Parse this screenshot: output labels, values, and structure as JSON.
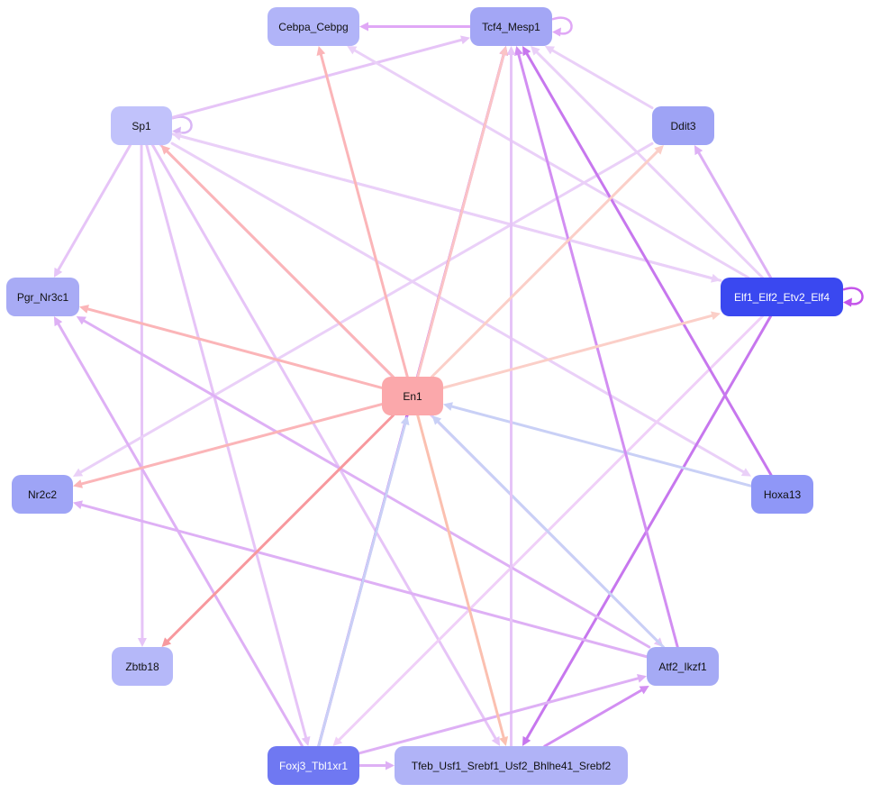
{
  "nodes": {
    "tcf4": {
      "label": "Tcf4_Mesp1",
      "color": "#a3a6f5"
    },
    "cebpa": {
      "label": "Cebpa_Cebpg",
      "color": "#b1b4f8"
    },
    "sp1": {
      "label": "Sp1",
      "color": "#c1c2fb"
    },
    "ddit3": {
      "label": "Ddit3",
      "color": "#9ea3f5"
    },
    "pgr": {
      "label": "Pgr_Nr3c1",
      "color": "#a8abf5"
    },
    "elf1": {
      "label": "Elf1_Elf2_Etv2_Elf4",
      "color": "#3a48f0"
    },
    "en1": {
      "label": "En1",
      "color": "#fba8ab"
    },
    "nr2c2": {
      "label": "Nr2c2",
      "color": "#9ea4f6"
    },
    "hoxa13": {
      "label": "Hoxa13",
      "color": "#8f97f7"
    },
    "zbtb18": {
      "label": "Zbtb18",
      "color": "#b5b8f9"
    },
    "atf2": {
      "label": "Atf2_Ikzf1",
      "color": "#a5aaf5"
    },
    "foxj3": {
      "label": "Foxj3_Tbl1xr1",
      "color": "#6f78f2"
    },
    "tfeb": {
      "label": "Tfeb_Usf1_Srebf1_Usf2_Bhlhe41_Srebf2",
      "color": "#b0b3f7"
    }
  },
  "edges": [
    {
      "from": "tcf4",
      "to": "cebpa",
      "color": "#e0a8f6"
    },
    {
      "from": "tcf4",
      "to": "tcf4",
      "color": "#e0a8f6"
    },
    {
      "from": "sp1",
      "to": "sp1",
      "color": "#d9b6f5"
    },
    {
      "from": "elf1",
      "to": "elf1",
      "color": "#c455ea"
    },
    {
      "from": "sp1",
      "to": "tcf4",
      "color": "#e6c4f7"
    },
    {
      "from": "sp1",
      "to": "pgr",
      "color": "#e6c4f7"
    },
    {
      "from": "sp1",
      "to": "zbtb18",
      "color": "#e6c4f7"
    },
    {
      "from": "sp1",
      "to": "elf1",
      "color": "#ead0f8"
    },
    {
      "from": "sp1",
      "to": "foxj3",
      "color": "#e6c4f7"
    },
    {
      "from": "sp1",
      "to": "tfeb",
      "color": "#e6c4f7"
    },
    {
      "from": "sp1",
      "to": "atf2",
      "color": "#e6c4f7"
    },
    {
      "from": "sp1",
      "to": "hoxa13",
      "color": "#ead0f8"
    },
    {
      "from": "elf1",
      "to": "sp1",
      "color": "#ead0f8"
    },
    {
      "from": "elf1",
      "to": "tcf4",
      "color": "#ead0f8"
    },
    {
      "from": "elf1",
      "to": "ddit3",
      "color": "#ddb0f5"
    },
    {
      "from": "elf1",
      "to": "tfeb",
      "color": "#c777ee"
    },
    {
      "from": "elf1",
      "to": "foxj3",
      "color": "#f0d0f8"
    },
    {
      "from": "elf1",
      "to": "cebpa",
      "color": "#ead0f8"
    },
    {
      "from": "ddit3",
      "to": "tcf4",
      "color": "#ead0f8"
    },
    {
      "from": "ddit3",
      "to": "nr2c2",
      "color": "#ead0f8"
    },
    {
      "from": "hoxa13",
      "to": "tcf4",
      "color": "#c777ee"
    },
    {
      "from": "hoxa13",
      "to": "en1",
      "color": "#c9d0f6"
    },
    {
      "from": "atf2",
      "to": "tcf4",
      "color": "#d28ef2"
    },
    {
      "from": "atf2",
      "to": "en1",
      "color": "#c9d0f6"
    },
    {
      "from": "atf2",
      "to": "pgr",
      "color": "#deb0f5"
    },
    {
      "from": "atf2",
      "to": "nr2c2",
      "color": "#deb0f5"
    },
    {
      "from": "tfeb",
      "to": "atf2",
      "color": "#d28ef2"
    },
    {
      "from": "tfeb",
      "to": "tcf4",
      "color": "#e6c4f7"
    },
    {
      "from": "foxj3",
      "to": "tcf4",
      "color": "#b43aea"
    },
    {
      "from": "foxj3",
      "to": "en1",
      "color": "#c9d0f6"
    },
    {
      "from": "foxj3",
      "to": "atf2",
      "color": "#deb0f5"
    },
    {
      "from": "foxj3",
      "to": "tfeb",
      "color": "#deb0f5"
    },
    {
      "from": "foxj3",
      "to": "pgr",
      "color": "#deb0f5"
    },
    {
      "from": "en1",
      "to": "cebpa",
      "color": "#fbb5b8"
    },
    {
      "from": "en1",
      "to": "tcf4",
      "color": "#fbc4c6"
    },
    {
      "from": "en1",
      "to": "sp1",
      "color": "#fbb5b8"
    },
    {
      "from": "en1",
      "to": "pgr",
      "color": "#fbb5b8"
    },
    {
      "from": "en1",
      "to": "ddit3",
      "color": "#fbcfc8"
    },
    {
      "from": "en1",
      "to": "elf1",
      "color": "#fbcfc8"
    },
    {
      "from": "en1",
      "to": "nr2c2",
      "color": "#fbb5b8"
    },
    {
      "from": "en1",
      "to": "zbtb18",
      "color": "#f7999e"
    },
    {
      "from": "en1",
      "to": "tfeb",
      "color": "#fbc0b0"
    }
  ]
}
